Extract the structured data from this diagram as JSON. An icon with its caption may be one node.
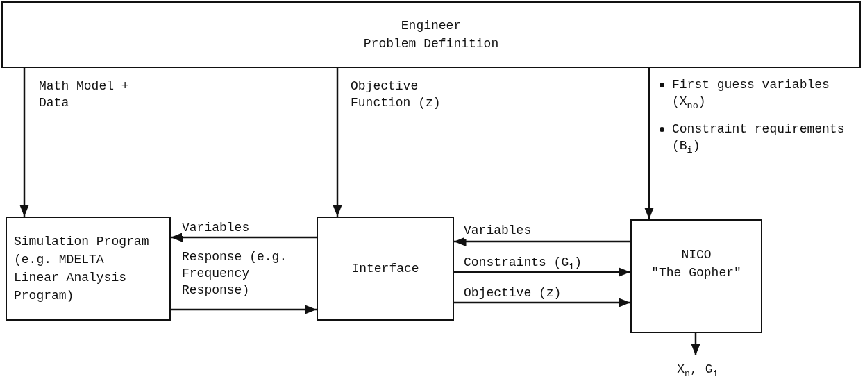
{
  "diagram": {
    "nodes": [
      {
        "text": [
          "Engineer",
          "Problem Definition"
        ]
      },
      {
        "text": [
          "Simulation Program (e.g. MDELTA Linear Analysis Program)"
        ]
      },
      {
        "text": [
          "Interface"
        ]
      },
      {
        "text": [
          "NICO",
          "\"The Gopher\""
        ]
      },
      {
        "text": [
          "X$_{n}$, G$_{i}$"
        ]
      }
    ],
    "edges": [
      {
        "from": 0,
        "to": 1,
        "arrow": "to",
        "label": "Math Model + Data"
      },
      {
        "from": 0,
        "to": 2,
        "arrow": "to",
        "label": "Objective Function (z)"
      },
      {
        "from": 0,
        "to": 3,
        "arrow": "to"
      },
      {
        "from": 2,
        "to": 1,
        "arrow": "to",
        "label": "Variables"
      },
      {
        "from": 1,
        "to": 2,
        "arrow": "to",
        "label": "Response (e.g. Frequency Response)"
      },
      {
        "from": 3,
        "to": 2,
        "arrow": "to",
        "label": "Variables"
      },
      {
        "from": 2,
        "to": 3,
        "arrow": "to",
        "label": "Constraints (G$_{i}$)"
      },
      {
        "from": 2,
        "to": 3,
        "arrow": "to",
        "label": "Objective (z)"
      },
      {
        "from": 3,
        "to": 4,
        "arrow": "to"
      }
    ],
    "labels": [
      "First guess variables (X$_{no}$)",
      "Constraint requirements (B$_{i}$)"
    ]
  }
}
